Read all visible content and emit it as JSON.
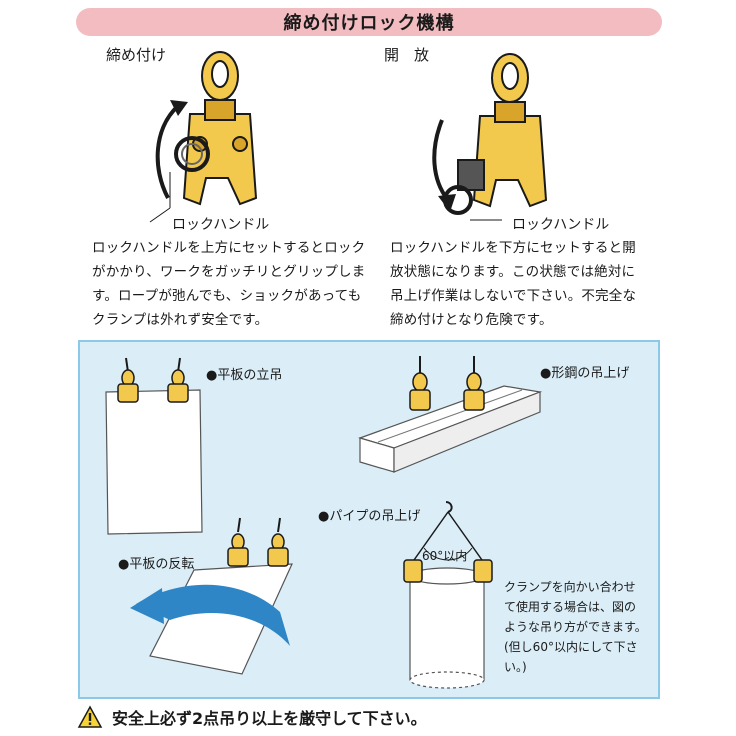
{
  "header": {
    "title": "締め付けロック機構"
  },
  "top": {
    "left": {
      "label": "締め付け",
      "callout": "ロックハンドル",
      "lines": [
        "ロックハンドルを上方にセットするとロック",
        "がかかり、ワークをガッチリとグリップしま",
        "す。ロープが弛んでも、ショックがあっても",
        "クランプは外れず安全です。"
      ]
    },
    "right": {
      "label": "開　放",
      "callout": "ロックハンドル",
      "lines": [
        "ロックハンドルを下方にセットすると開",
        "放状態になります。この状態では絶対に",
        "吊上げ作業はしないで下さい。不完全な",
        "締め付けとなり危険です。"
      ]
    }
  },
  "panel": {
    "plate_vertical": "●平板の立吊",
    "section_steel": "●形鋼の吊上げ",
    "pipe": "●パイプの吊上げ",
    "angle_label": "60°以内",
    "plate_flip": "●平板の反転",
    "note_lines": [
      "クランプを向かい合わせ",
      "て使用する場合は、図の",
      "ような吊り方ができます。",
      "(但し60°以内にして下さ",
      "い。)"
    ]
  },
  "footer": {
    "warning": "安全上必ず2点吊り以上を厳守して下さい。"
  },
  "colors": {
    "clamp": "#f2c94c",
    "clamp_dark": "#d8a52a",
    "panel": "#dbeef8",
    "arrow": "#2f86c6",
    "header": "#f2bcc0"
  }
}
